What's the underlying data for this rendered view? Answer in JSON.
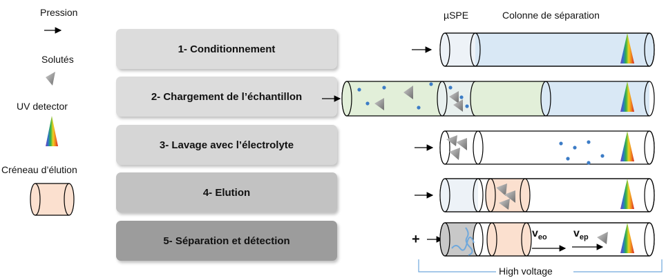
{
  "legend": {
    "pression": "Pression",
    "solutes": "Solutés",
    "uv_detector": "UV detector",
    "elution_window": "Créneau d’élution"
  },
  "steps": [
    {
      "label": "1- Conditionnement",
      "color": "#dcdcdc"
    },
    {
      "label": "2- Chargement de l’échantillon",
      "color": "#dcdcdc"
    },
    {
      "label": "3- Lavage avec l’électrolyte",
      "color": "#d6d6d6"
    },
    {
      "label": "4- Elution",
      "color": "#c2c2c2"
    },
    {
      "label": "5- Séparation et détection",
      "color": "#9c9c9c"
    }
  ],
  "headers": {
    "uspe": "µSPE",
    "column": "Colonne de séparation"
  },
  "velocities": {
    "v": "v",
    "eo": "eo",
    "ep": "ep"
  },
  "plus": "+",
  "high_voltage": "High voltage",
  "colors": {
    "column_fill": "#d9e8f5",
    "sample_fill": "#e2efd9",
    "elution_fill": "#fbe0cf",
    "dot": "#3c7cc6",
    "wire": "#6fa8dc"
  }
}
